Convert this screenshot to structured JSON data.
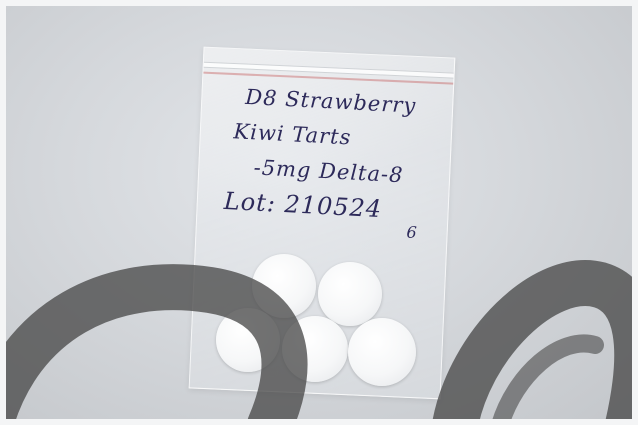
{
  "photo": {
    "subject": "plastic-bag-with-tarts",
    "label_lines": [
      "D8 Strawberry",
      "Kiwi Tarts",
      "-5mg Delta-8",
      "Lot: 210524",
      "6"
    ],
    "tart_count": 5,
    "ink_color": "#2d2a5a",
    "tart_color": "#f4f5f6",
    "watermark_color": "#4a4a4a"
  }
}
